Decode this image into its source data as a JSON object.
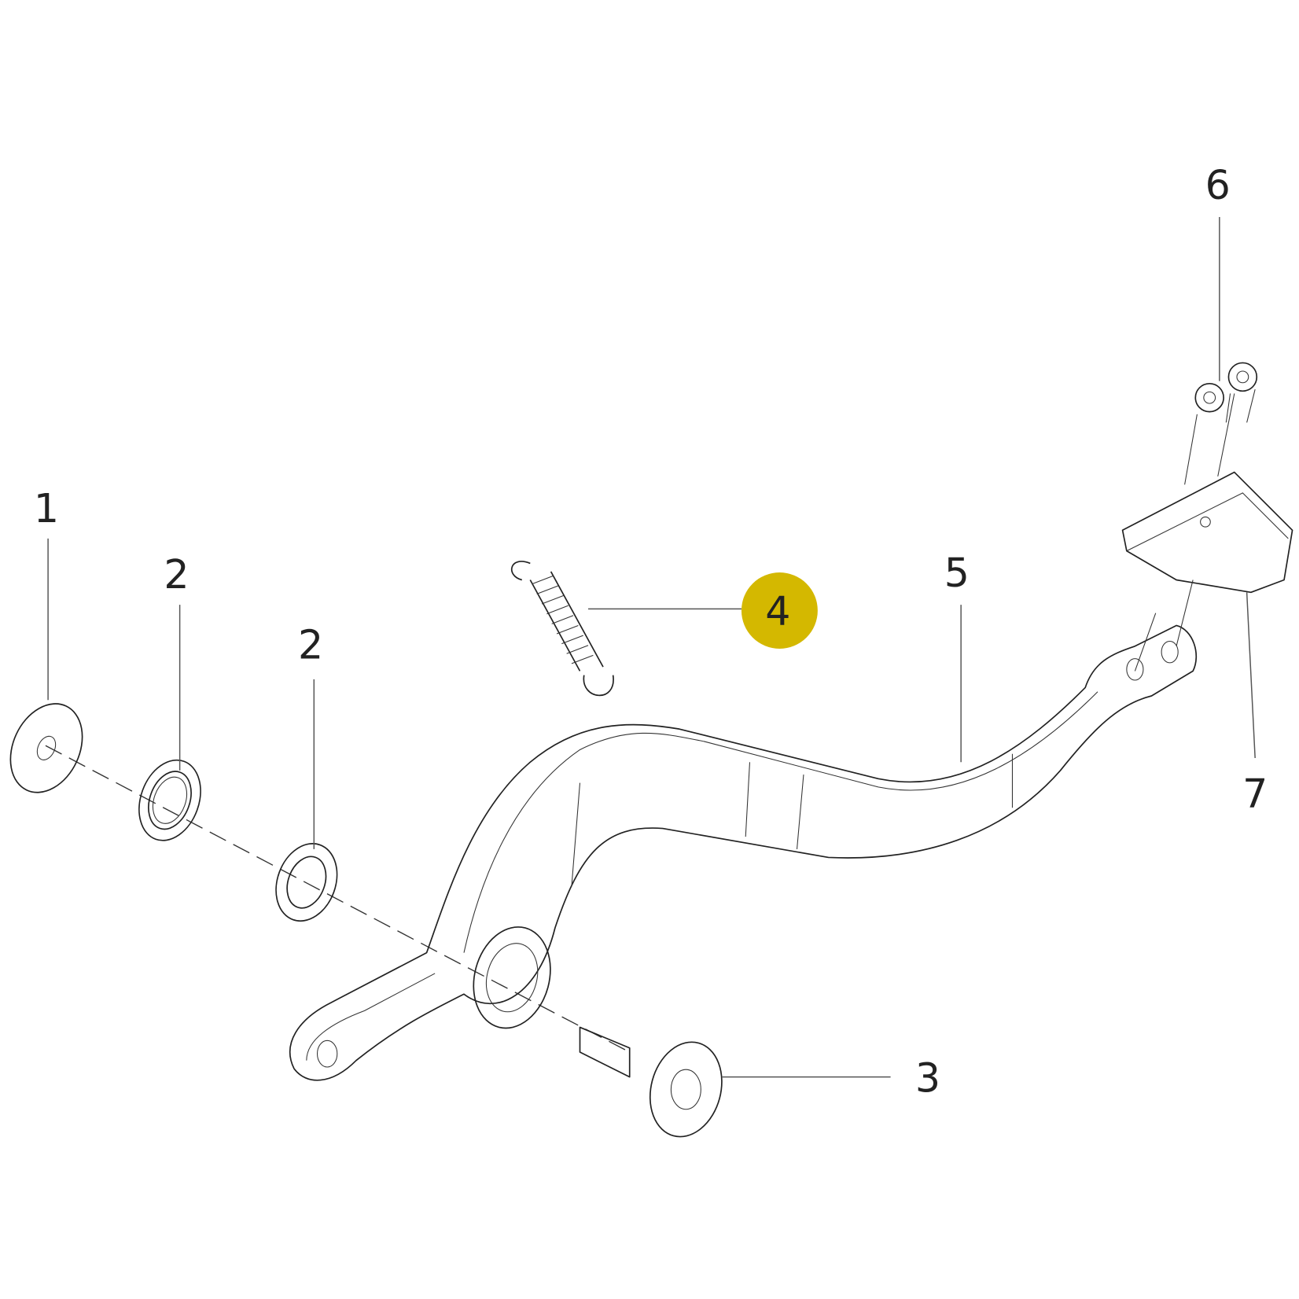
{
  "diagram": {
    "highlight_color": "#d4b800",
    "callouts": [
      {
        "id": "1",
        "label": "1"
      },
      {
        "id": "2a",
        "label": "2"
      },
      {
        "id": "2b",
        "label": "2"
      },
      {
        "id": "3",
        "label": "3"
      },
      {
        "id": "4",
        "label": "4",
        "highlighted": true
      },
      {
        "id": "5",
        "label": "5"
      },
      {
        "id": "6",
        "label": "6"
      },
      {
        "id": "7",
        "label": "7"
      }
    ]
  }
}
